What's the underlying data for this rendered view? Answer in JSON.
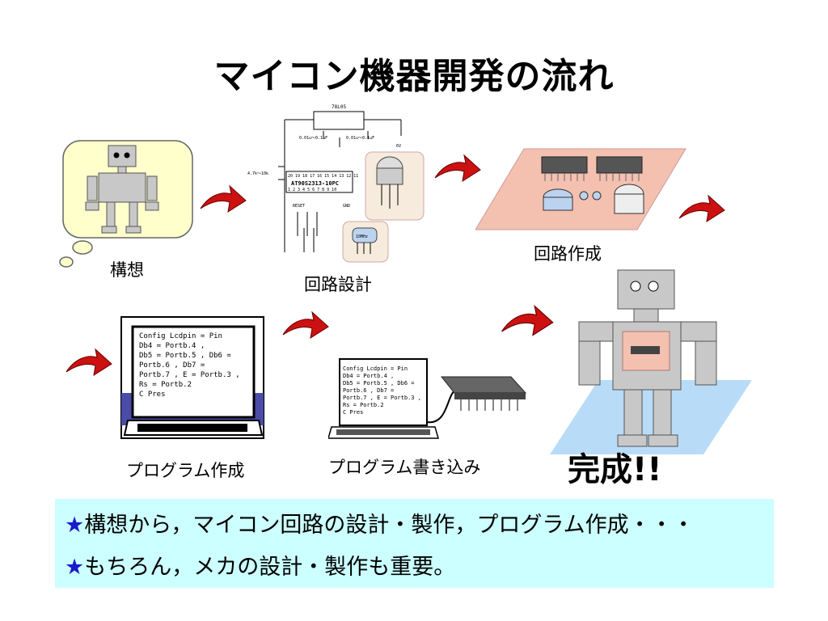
{
  "slide": {
    "title": "マイコン機器開発の流れ",
    "steps": {
      "concept": "構想",
      "circuit_design": "回路設計",
      "circuit_build": "回路作成",
      "programming": "プログラム作成",
      "writing": "プログラム書き込み",
      "complete": "完成!!"
    },
    "program_code": "Config Lcdpin = Pin\nDb4 = Portb.4 ,\nDb5 = Portb.5 , Db6 =\nPortb.6 , Db7 =\nPortb.7 , E = Portb.3 ,\nRs = Portb.2\nC Pres",
    "program_code_small": "Config Lcdpin = Pin\nDb4 = Portb.4 ,\nDb5 = Portb.5 , Db6 =\nPortb.6 , Db7 =\nPortb.7 , E = Portb.3 ,\nRs = Portb.2\nC Pres",
    "chip_labels": {
      "regulator": "78L05",
      "mcu_top": "20 19 18 17 16 15 14 13 12 11",
      "mcu_name": "AT90S2313-10PC",
      "mcu_bottom": "1 2 3 4 5 6 7 8 9 10",
      "crystal": "10MHz",
      "gnd": "GND",
      "reset": "RESET",
      "cap1": "0.01u～0.1uF",
      "cap2": "0.01u～0.1uF",
      "resistor": "4.7k～10k",
      "battery": "6V"
    },
    "bullets": [
      {
        "star": "★",
        "text": "構想から，マイコン回路の設計・製作，プログラム作成・・・"
      },
      {
        "star": "★",
        "text": "もちろん，メカの設計・製作も重要。"
      }
    ],
    "colors": {
      "note_box": "#ccffff",
      "arrow": "#cc1111",
      "star": "#1a1acc",
      "bubble": "#ffffcc",
      "board": "#f4c0b0",
      "floor": "#b8dcf8",
      "robot": "#c8c8c8"
    }
  }
}
